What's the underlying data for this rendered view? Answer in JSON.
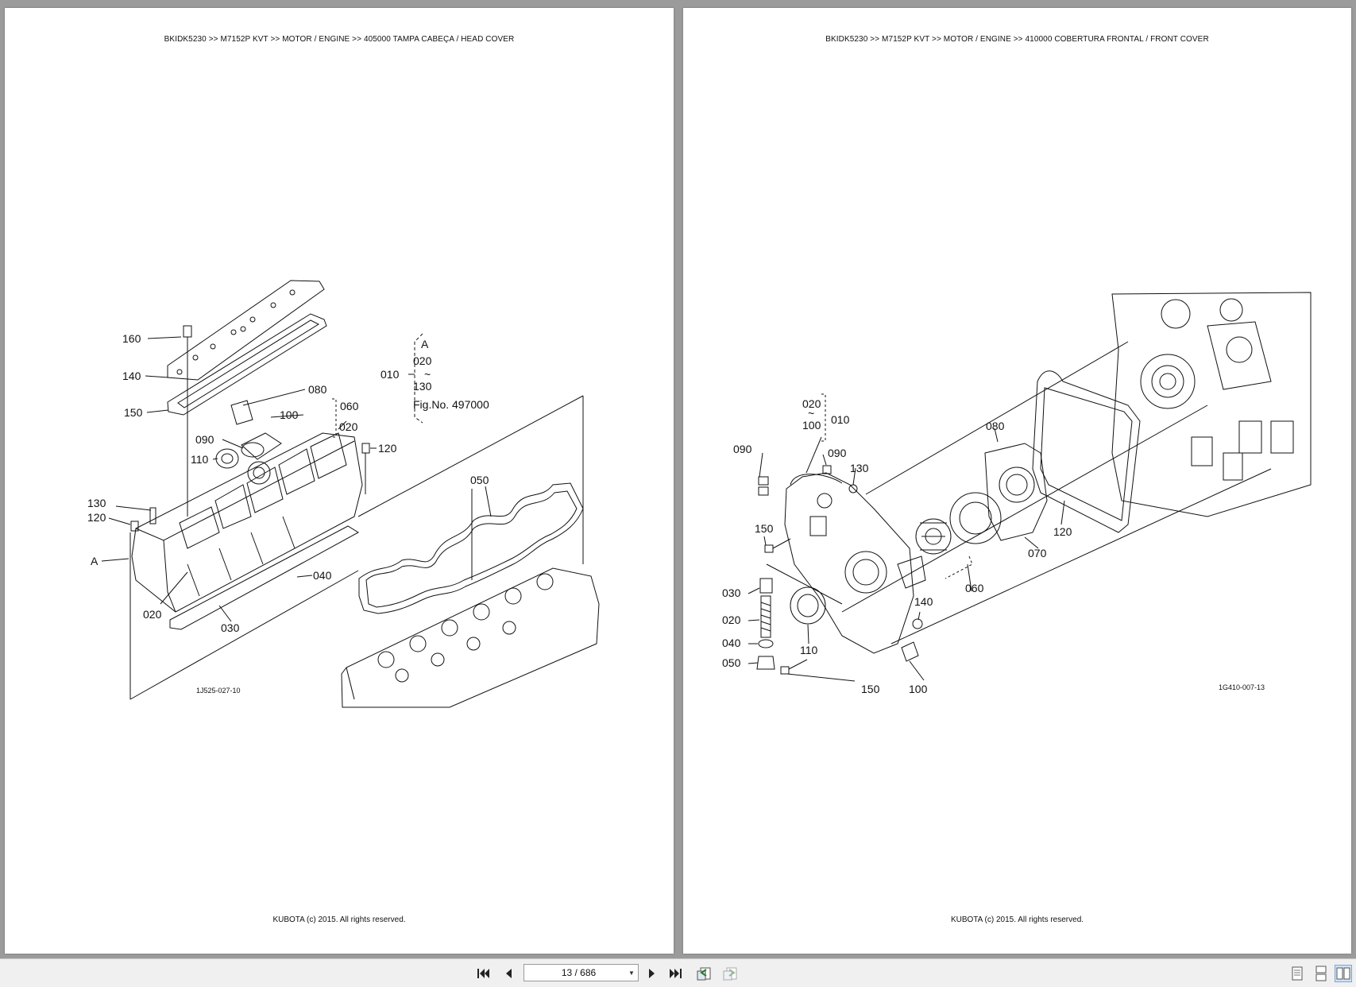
{
  "pages": [
    {
      "header": "BKIDK5230 >> M7152P KVT >> MOTOR / ENGINE >> 405000   TAMPA CABEÇA / HEAD COVER",
      "footer": "KUBOTA (c) 2015. All rights reserved.",
      "figure_code": "1J525-027-10",
      "labels": {
        "l160": "160",
        "l140": "140",
        "l150": "150",
        "l080": "080",
        "l100": "100",
        "l060": "060",
        "l090": "090",
        "l020a": "020",
        "l110": "110",
        "l120a": "120",
        "l130": "130",
        "l120b": "120",
        "lA": "A",
        "l040": "040",
        "l020b": "020",
        "l030": "030",
        "l050": "050",
        "l010": "010",
        "boxA": "A",
        "box020": "020",
        "box130": "130",
        "boxFig": "Fig.No. 497000"
      }
    },
    {
      "header": "BKIDK5230 >> M7152P KVT >> MOTOR / ENGINE >> 410000   COBERTURA FRONTAL / FRONT COVER",
      "footer": "KUBOTA (c) 2015. All rights reserved.",
      "figure_code": "1G410-007-13",
      "labels": {
        "l020t": "020",
        "l100t": "100",
        "l010": "010",
        "l080": "080",
        "l090a": "090",
        "l090b": "090",
        "l130": "130",
        "l150a": "150",
        "l030": "030",
        "l020": "020",
        "l040": "040",
        "l050": "050",
        "l110": "110",
        "l150b": "150",
        "l100": "100",
        "l140": "140",
        "l060": "060",
        "l070": "070",
        "l120": "120"
      }
    }
  ],
  "toolbar": {
    "page_indicator": "13 / 686",
    "icons": {
      "first": "first-page-icon",
      "prev": "previous-page-icon",
      "next": "next-page-icon",
      "last": "last-page-icon",
      "back": "go-back-icon",
      "forward": "go-forward-icon",
      "single": "single-page-view-icon",
      "continuous": "continuous-view-icon",
      "facing": "facing-pages-view-icon"
    }
  }
}
